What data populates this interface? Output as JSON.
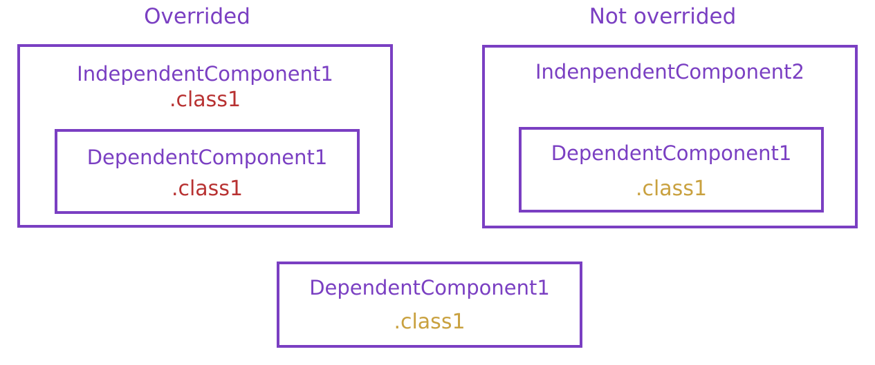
{
  "colors": {
    "border": "#7a3fc2",
    "component_name": "#7a3fc2",
    "class_overridden": "#b83232",
    "class_default": "#c9a13f"
  },
  "left_panel": {
    "heading": "Overrided",
    "outer": {
      "name": "IndependentComponent1",
      "class": ".class1"
    },
    "inner": {
      "name": "DependentComponent1",
      "class": ".class1"
    }
  },
  "right_panel": {
    "heading": "Not overrided",
    "outer": {
      "name": "IndenpendentComponent2"
    },
    "inner": {
      "name": "DependentComponent1",
      "class": ".class1"
    }
  },
  "bottom": {
    "name": "DependentComponent1",
    "class": ".class1"
  }
}
